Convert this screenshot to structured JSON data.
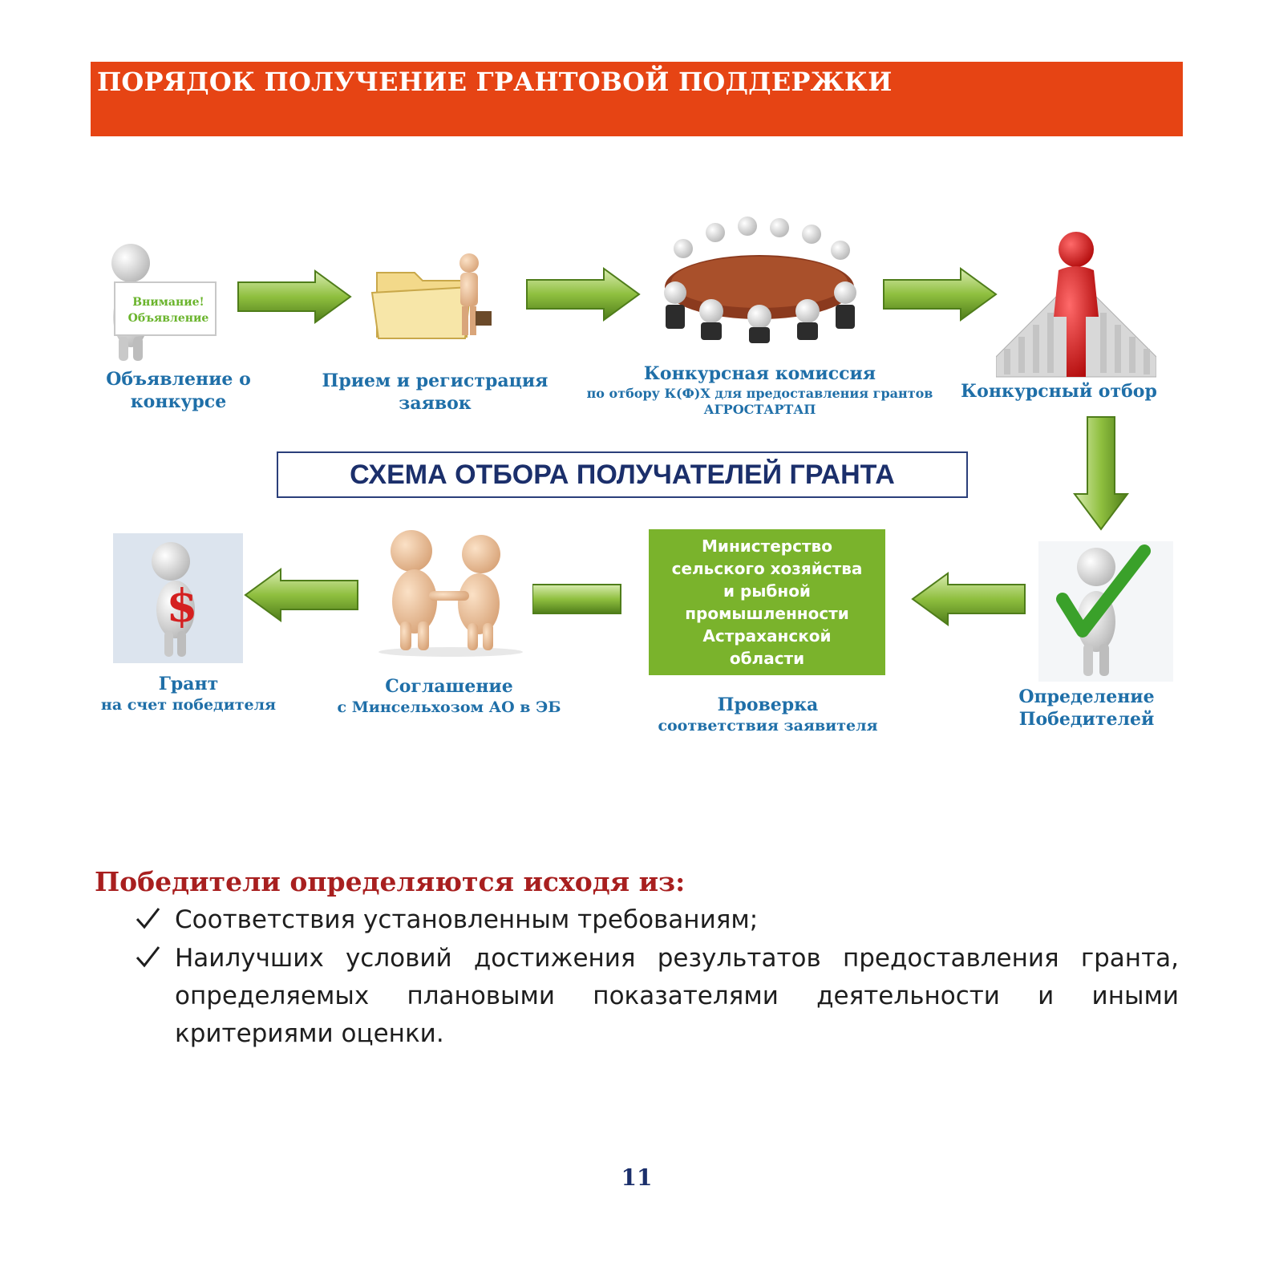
{
  "header": {
    "title": "ПОРЯДОК ПОЛУЧЕНИЕ ГРАНТОВОЙ ПОДДЕРЖКИ"
  },
  "steps": {
    "announcement": {
      "label_line1": "Объявление о",
      "label_line2": "конкурсе",
      "sign_line1": "Внимание!",
      "sign_line2": "Объявление"
    },
    "reception": {
      "label_line1": "Прием и регистрация",
      "label_line2": "заявок"
    },
    "commission": {
      "label": "Конкурсная комиссия",
      "sub_line1": "по отбору К(Ф)Х для предоставления грантов",
      "sub_line2": "АГРОСТАРТАП"
    },
    "selection": {
      "label": "Конкурсный отбор"
    },
    "winners": {
      "label_line1": "Определение",
      "label_line2": "Победителей"
    },
    "verification": {
      "ministry_line1": "Министерство",
      "ministry_line2": "сельского хозяйства",
      "ministry_line3": "и рыбной",
      "ministry_line4": "промышленности",
      "ministry_line5": "Астраханской",
      "ministry_line6": "области",
      "label": "Проверка",
      "sub": "соответствия заявителя"
    },
    "agreement": {
      "label": "Соглашение",
      "sub": "с Минсельхозом АО в ЭБ"
    },
    "grant": {
      "label": "Грант",
      "sub": "на счет победителя",
      "symbol": "$"
    }
  },
  "schema_title": "СХЕМА ОТБОРА ПОЛУЧАТЕЛЕЙ ГРАНТА",
  "criteria": {
    "heading": "Победители определяются исходя из:",
    "items": [
      "Соответствия установленным требованиям;",
      "Наилучших условий достижения результатов предоставления гранта, определяемых плановыми показателями деятельности и иными критериями оценки."
    ]
  },
  "page_number": "11",
  "colors": {
    "banner": "#e64414",
    "accent_blue": "#1f6fa8",
    "ministry_green": "#7ab32c",
    "heading_red": "#a81f1f",
    "arrow_green": "#8fbf3f"
  }
}
